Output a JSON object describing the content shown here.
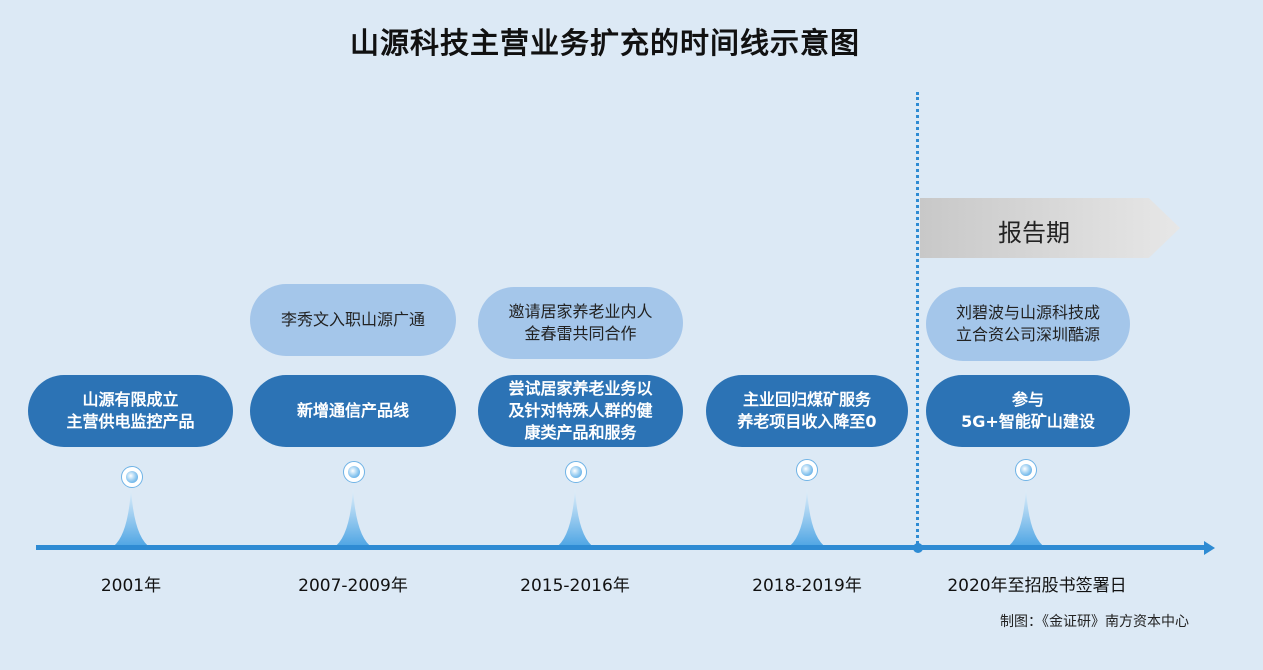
{
  "title": "山源科技主营业务扩充的时间线示意图",
  "report_period_label": "报告期",
  "milestones": [
    {
      "year": "2001年",
      "top_event": "",
      "main_event": "山源有限成立\n主营供电监控产品"
    },
    {
      "year": "2007-2009年",
      "top_event": "李秀文入职山源广通",
      "main_event": "新增通信产品线"
    },
    {
      "year": "2015-2016年",
      "top_event": "邀请居家养老业内人\n金春雷共同合作",
      "main_event": "尝试居家养老业务以\n及针对特殊人群的健\n康类产品和服务"
    },
    {
      "year": "2018-2019年",
      "top_event": "",
      "main_event": "主业回归煤矿服务\n养老项目收入降至0"
    },
    {
      "year": "2020年至招股书签署日",
      "top_event": "刘碧波与山源科技成\n立合资公司深圳酷源",
      "main_event": "参与\n5G+智能矿山建设"
    }
  ],
  "credit": "制图：《金证研》南方资本中心",
  "colors": {
    "background": "#dce9f5",
    "axis": "#2e8bd3",
    "bubble_dark": "#2c73b5",
    "bubble_light": "#a4c6ea",
    "report_arrow": "#cccccc"
  }
}
